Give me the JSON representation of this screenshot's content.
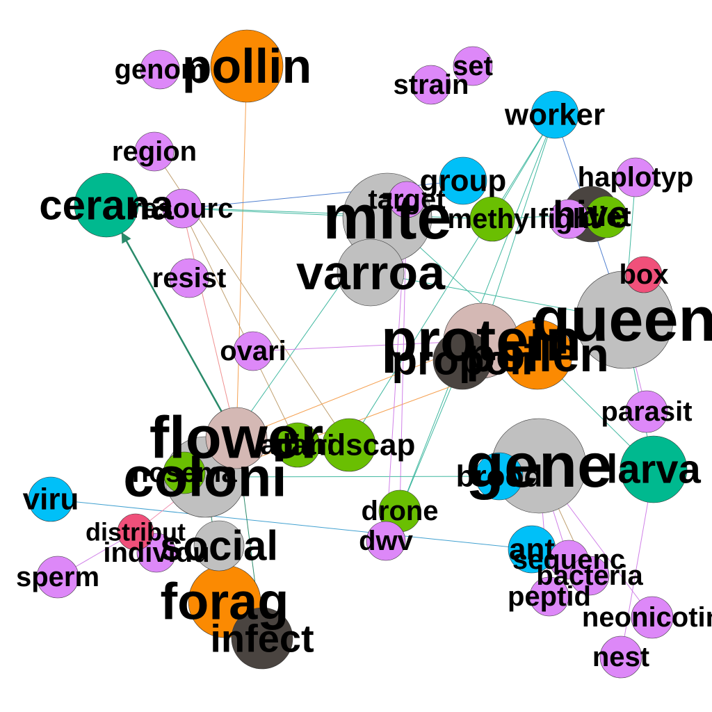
{
  "colors": {
    "violet": "#dd88f8",
    "orange": "#fb8a02",
    "teal": "#00b98f",
    "cyan": "#00c0f8",
    "gray": "#c0c0c0",
    "rose": "#d4b8b4",
    "olive": "#6abf02",
    "dark": "#4a4440",
    "pink": "#f0507a"
  },
  "nodes": [
    {
      "id": "pollin",
      "label": "pollin",
      "color": "orange"
    },
    {
      "id": "genom",
      "label": "genom",
      "color": "violet"
    },
    {
      "id": "set",
      "label": "set",
      "color": "violet"
    },
    {
      "id": "strain",
      "label": "strain",
      "color": "violet"
    },
    {
      "id": "worker",
      "label": "worker",
      "color": "cyan"
    },
    {
      "id": "region",
      "label": "region",
      "color": "violet"
    },
    {
      "id": "cerana",
      "label": "cerana",
      "color": "teal"
    },
    {
      "id": "resourc",
      "label": "resourc",
      "color": "violet"
    },
    {
      "id": "group",
      "label": "group",
      "color": "cyan"
    },
    {
      "id": "target",
      "label": "target",
      "color": "violet"
    },
    {
      "id": "mite",
      "label": "mite",
      "color": "gray"
    },
    {
      "id": "methyl",
      "label": "methyl",
      "color": "olive"
    },
    {
      "id": "hive",
      "label": "hive",
      "color": "dark"
    },
    {
      "id": "fight",
      "label": "fight",
      "color": "violet"
    },
    {
      "id": "diet",
      "label": "diet",
      "color": "olive"
    },
    {
      "id": "haplotyp",
      "label": "haplotyp",
      "color": "violet"
    },
    {
      "id": "box",
      "label": "box",
      "color": "pink"
    },
    {
      "id": "resist",
      "label": "resist",
      "color": "violet"
    },
    {
      "id": "varroa",
      "label": "varroa",
      "color": "gray"
    },
    {
      "id": "queen",
      "label": "queen",
      "color": "gray"
    },
    {
      "id": "ovari",
      "label": "ovari",
      "color": "violet"
    },
    {
      "id": "protein",
      "label": "protein",
      "color": "rose"
    },
    {
      "id": "pollen",
      "label": "pollen",
      "color": "orange"
    },
    {
      "id": "propoli",
      "label": "propoli",
      "color": "dark"
    },
    {
      "id": "parasit",
      "label": "parasit",
      "color": "violet"
    },
    {
      "id": "flower",
      "label": "flower",
      "color": "rose"
    },
    {
      "id": "nosema",
      "label": "nosema",
      "color": "olive"
    },
    {
      "id": "apiari",
      "label": "apiari",
      "color": "olive"
    },
    {
      "id": "landscap",
      "label": "landscap",
      "color": "olive"
    },
    {
      "id": "coloni",
      "label": "coloni",
      "color": "gray"
    },
    {
      "id": "gene",
      "label": "gene",
      "color": "gray"
    },
    {
      "id": "larva",
      "label": "larva",
      "color": "teal"
    },
    {
      "id": "brood",
      "label": "brood",
      "color": "cyan"
    },
    {
      "id": "viru",
      "label": "viru",
      "color": "cyan"
    },
    {
      "id": "drone",
      "label": "drone",
      "color": "olive"
    },
    {
      "id": "distribut",
      "label": "distribut",
      "color": "pink"
    },
    {
      "id": "dwv",
      "label": "dwv",
      "color": "violet"
    },
    {
      "id": "individu",
      "label": "individu",
      "color": "violet"
    },
    {
      "id": "social",
      "label": "social",
      "color": "gray"
    },
    {
      "id": "ant",
      "label": "ant",
      "color": "cyan"
    },
    {
      "id": "sequenc",
      "label": "sequenc",
      "color": "violet"
    },
    {
      "id": "bacteria",
      "label": "bacteria",
      "color": "violet"
    },
    {
      "id": "sperm",
      "label": "sperm",
      "color": "violet"
    },
    {
      "id": "forag",
      "label": "forag",
      "color": "orange"
    },
    {
      "id": "peptid",
      "label": "peptid",
      "color": "violet"
    },
    {
      "id": "neonicotin",
      "label": "neonicotin",
      "color": "violet"
    },
    {
      "id": "infect",
      "label": "infect",
      "color": "dark"
    },
    {
      "id": "nest",
      "label": "nest",
      "color": "violet"
    }
  ],
  "edges": [
    {
      "from": "pollin",
      "to": "flower",
      "color": "#f5a050"
    },
    {
      "from": "worker",
      "to": "methyl",
      "color": "#40b8a0"
    },
    {
      "from": "worker",
      "to": "protein",
      "color": "#40b8a0"
    },
    {
      "from": "worker",
      "to": "drone",
      "color": "#40b8a0"
    },
    {
      "from": "worker",
      "to": "queen",
      "color": "#5080d0"
    },
    {
      "from": "worker",
      "to": "landscap",
      "color": "#40b8a0"
    },
    {
      "from": "cerana",
      "to": "mite",
      "color": "#40b8a0"
    },
    {
      "from": "cerana",
      "to": "methyl",
      "color": "#40b8a0"
    },
    {
      "from": "resourc",
      "to": "group",
      "color": "#5080d0"
    },
    {
      "from": "resourc",
      "to": "apiari",
      "color": "#c0a070"
    },
    {
      "from": "resourc",
      "to": "flower",
      "color": "#f09090"
    },
    {
      "from": "region",
      "to": "landscap",
      "color": "#c0a070"
    },
    {
      "from": "mite",
      "to": "pollen",
      "color": "#40b8a0"
    },
    {
      "from": "mite",
      "to": "coloni",
      "color": "#40b8a0"
    },
    {
      "from": "varroa",
      "to": "queen",
      "color": "#40b8a0"
    },
    {
      "from": "ovari",
      "to": "protein",
      "color": "#d080e8"
    },
    {
      "from": "protein",
      "to": "flower",
      "color": "#f5a050"
    },
    {
      "from": "pollen",
      "to": "larva",
      "color": "#40b8a0"
    },
    {
      "from": "pollen",
      "to": "coloni",
      "color": "#f5a050"
    },
    {
      "from": "queen",
      "to": "larva",
      "color": "#40b8a0"
    },
    {
      "from": "queen",
      "to": "parasit",
      "color": "#d080e8"
    },
    {
      "from": "haplotyp",
      "to": "queen",
      "color": "#40b8a0"
    },
    {
      "from": "target",
      "to": "drone",
      "color": "#d080e8"
    },
    {
      "from": "coloni",
      "to": "brood",
      "color": "#40b8a0"
    },
    {
      "from": "coloni",
      "to": "forag",
      "color": "#2a8a6a"
    },
    {
      "from": "viru",
      "to": "ant",
      "color": "#40a0d0"
    },
    {
      "from": "distribut",
      "to": "coloni",
      "color": "#f090b0"
    },
    {
      "from": "sperm",
      "to": "distribut",
      "color": "#d080e8"
    },
    {
      "from": "gene",
      "to": "sequenc",
      "color": "#d080e8"
    },
    {
      "from": "gene",
      "to": "peptid",
      "color": "#d080e8"
    },
    {
      "from": "gene",
      "to": "bacteria",
      "color": "#c0a070"
    },
    {
      "from": "gene",
      "to": "neonicotin",
      "color": "#d080e8"
    },
    {
      "from": "larva",
      "to": "nest",
      "color": "#d080e8"
    },
    {
      "from": "propoli",
      "to": "drone",
      "color": "#40b8a0"
    },
    {
      "from": "apiari",
      "to": "landscap",
      "color": "#6abf02"
    },
    {
      "from": "social",
      "to": "forag",
      "color": "#c0a070"
    },
    {
      "from": "flower",
      "to": "infect",
      "color": "#2a8a6a"
    },
    {
      "from": "hive",
      "to": "methyl",
      "color": "#40b8a0"
    },
    {
      "from": "dwv",
      "to": "target",
      "color": "#d080e8"
    }
  ],
  "arrows": [
    {
      "from": "flower",
      "to": "cerana",
      "color": "#2a8a6a"
    }
  ]
}
